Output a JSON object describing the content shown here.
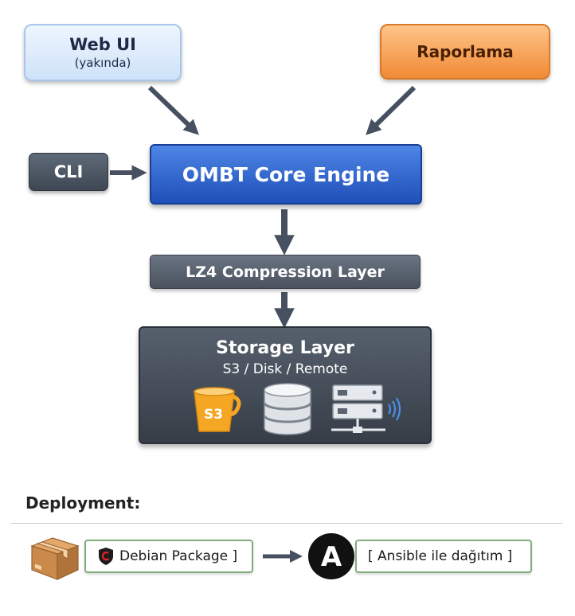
{
  "webui": {
    "title": "Web UI",
    "subtitle": "(yakında)"
  },
  "reporting": {
    "label": "Raporlama"
  },
  "cli": {
    "label": "CLI"
  },
  "core": {
    "label": "OMBT Core Engine"
  },
  "compression": {
    "label": "LZ4 Compression Layer"
  },
  "storage": {
    "title": "Storage Layer",
    "subtitle": "S3 / Disk / Remote",
    "s3_icon_label": "S3",
    "icons": [
      "s3-bucket-icon",
      "database-icon",
      "server-rack-icon"
    ]
  },
  "deployment": {
    "title": "Deployment:",
    "debian_label": "Debian Package ]",
    "ansible_label": "[ Ansible ile dağıtım ]",
    "ansible_logo_letter": "A",
    "icons": [
      "package-box-icon",
      "debian-shield-icon",
      "arrow-right-icon",
      "ansible-logo-icon"
    ]
  },
  "colors": {
    "core_blue": "#2a5ccc",
    "reporting_orange": "#f39a45",
    "webui_blue": "#dcebfb",
    "dark_gray": "#454e5a",
    "deploy_green": "#7fae7a"
  }
}
